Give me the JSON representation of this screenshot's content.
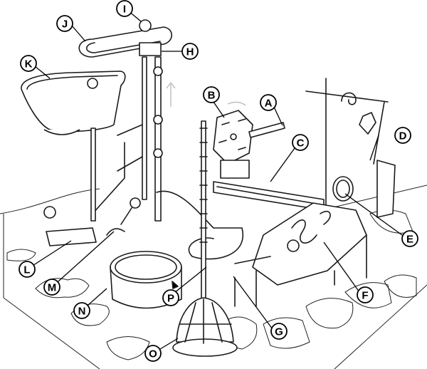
{
  "diagram": {
    "title": "Marble run contraption",
    "labels": {
      "A": "A",
      "B": "B",
      "C": "C",
      "D": "D",
      "E": "E",
      "F": "F",
      "G": "G",
      "H": "H",
      "I": "I",
      "J": "J",
      "K": "K",
      "L": "L",
      "M": "M",
      "N": "N",
      "O": "O",
      "P": "P"
    }
  }
}
